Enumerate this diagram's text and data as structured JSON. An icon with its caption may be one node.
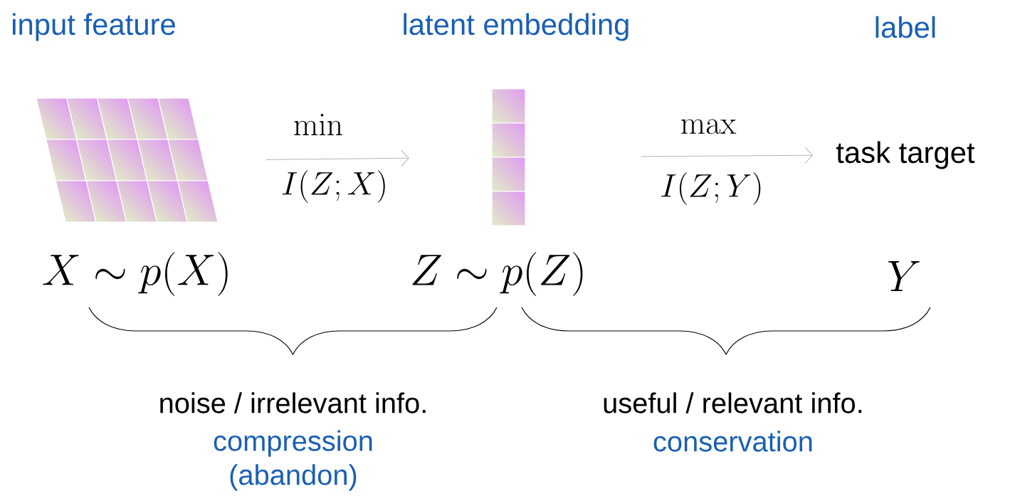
{
  "diagram": {
    "nodes": [
      {
        "text": [],
        "shape": "picture"
      },
      {
        "text": [],
        "shape": "picture"
      },
      {
        "text": [
          "task target"
        ]
      }
    ],
    "edges": [
      {
        "from": 0,
        "to": 1,
        "arrow": "to",
        "label": "\\min"
      },
      {
        "from": 1,
        "to": 2,
        "arrow": "to",
        "label": "\\max"
      }
    ],
    "labels": [
      "input feature",
      "latent embedding",
      "label",
      "I(Z;X)",
      "I(Z;Y)",
      "X \\sim p(X)",
      "Z \\sim p(Z)",
      "Y",
      "noise / irrelevant info.",
      "useful / relevant info.",
      "compression (abandon)",
      "conservation"
    ]
  }
}
